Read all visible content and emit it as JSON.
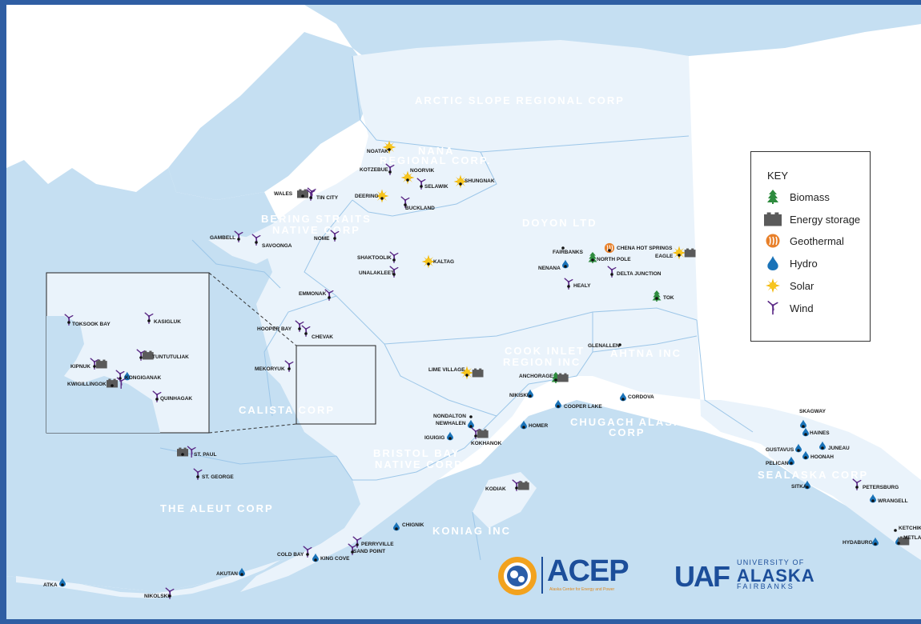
{
  "regions": [
    {
      "id": "arctic",
      "label": "ARCTIC SLOPE REGIONAL CORP"
    },
    {
      "id": "nana1",
      "label": "NANA"
    },
    {
      "id": "nana2",
      "label": "REGIONAL CORP."
    },
    {
      "id": "bering1",
      "label": "BERING STRAITS"
    },
    {
      "id": "bering2",
      "label": "NATIVE CORP"
    },
    {
      "id": "doyon",
      "label": "DOYON LTD"
    },
    {
      "id": "cook1",
      "label": "COOK INLET"
    },
    {
      "id": "cook2",
      "label": "REGION INC"
    },
    {
      "id": "ahtna",
      "label": "AHTNA INC"
    },
    {
      "id": "calista",
      "label": "CALISTA CORP"
    },
    {
      "id": "chugach1",
      "label": "CHUGACH ALASKA"
    },
    {
      "id": "chugach2",
      "label": "CORP"
    },
    {
      "id": "bristol1",
      "label": "BRISTOL BAY"
    },
    {
      "id": "bristol2",
      "label": "NATIVE CORP"
    },
    {
      "id": "aleut",
      "label": "THE ALEUT CORP"
    },
    {
      "id": "koniag",
      "label": "KONIAG INC"
    },
    {
      "id": "sealaska",
      "label": "SEALASKA CORP"
    }
  ],
  "places": [
    {
      "name": "NOATAK",
      "types": [
        "solar"
      ]
    },
    {
      "name": "KOTZEBUE",
      "types": [
        "wind"
      ]
    },
    {
      "name": "NOORVIK",
      "types": [
        "solar"
      ]
    },
    {
      "name": "SELAWIK",
      "types": [
        "wind"
      ]
    },
    {
      "name": "SHUNGNAK",
      "types": [
        "solar"
      ]
    },
    {
      "name": "DEERING",
      "types": [
        "solar"
      ]
    },
    {
      "name": "BUCKLAND",
      "types": [
        "wind"
      ]
    },
    {
      "name": "WALES",
      "types": [
        "storage",
        "wind"
      ]
    },
    {
      "name": "TIN CITY",
      "types": [
        "wind"
      ]
    },
    {
      "name": "GAMBELL",
      "types": [
        "wind"
      ]
    },
    {
      "name": "SAVOONGA",
      "types": [
        "wind"
      ]
    },
    {
      "name": "NOME",
      "types": [
        "wind"
      ]
    },
    {
      "name": "SHAKTOOLIK",
      "types": [
        "wind"
      ]
    },
    {
      "name": "UNALAKLEET",
      "types": [
        "wind"
      ]
    },
    {
      "name": "KALTAG",
      "types": [
        "solar"
      ]
    },
    {
      "name": "EMMONAK",
      "types": [
        "wind"
      ]
    },
    {
      "name": "HOOPER BAY",
      "types": [
        "wind"
      ]
    },
    {
      "name": "CHEVAK",
      "types": [
        "wind"
      ]
    },
    {
      "name": "MEKORYUK",
      "types": [
        "wind"
      ]
    },
    {
      "name": "FAIRBANKS",
      "types": []
    },
    {
      "name": "CHENA HOT SPRINGS",
      "types": [
        "geothermal"
      ]
    },
    {
      "name": "NORTH POLE",
      "types": [
        "biomass"
      ]
    },
    {
      "name": "NENANA",
      "types": [
        "hydro"
      ]
    },
    {
      "name": "EAGLE",
      "types": [
        "solar",
        "storage"
      ]
    },
    {
      "name": "DELTA JUNCTION",
      "types": [
        "wind"
      ]
    },
    {
      "name": "HEALY",
      "types": [
        "wind"
      ]
    },
    {
      "name": "TOK",
      "types": [
        "biomass"
      ]
    },
    {
      "name": "GLENALLEN",
      "types": []
    },
    {
      "name": "LIME VILLAGE",
      "types": [
        "solar",
        "storage"
      ]
    },
    {
      "name": "ANCHORAGE",
      "types": [
        "biomass",
        "storage"
      ]
    },
    {
      "name": "NIKISKI",
      "types": [
        "hydro"
      ]
    },
    {
      "name": "COOPER LAKE",
      "types": [
        "hydro"
      ]
    },
    {
      "name": "CORDOVA",
      "types": [
        "hydro"
      ]
    },
    {
      "name": "HOMER",
      "types": [
        "hydro"
      ]
    },
    {
      "name": "NONDALTON",
      "types": []
    },
    {
      "name": "NEWHALEN",
      "types": [
        "hydro"
      ]
    },
    {
      "name": "IGUIGIG",
      "types": [
        "hydro"
      ]
    },
    {
      "name": "KOKHANOK",
      "types": [
        "wind",
        "storage"
      ]
    },
    {
      "name": "KODIAK",
      "types": [
        "wind",
        "storage"
      ]
    },
    {
      "name": "CHIGNIK",
      "types": [
        "hydro"
      ]
    },
    {
      "name": "PERRYVILLE",
      "types": [
        "wind"
      ]
    },
    {
      "name": "SAND POINT",
      "types": [
        "wind"
      ]
    },
    {
      "name": "COLD BAY",
      "types": [
        "wind"
      ]
    },
    {
      "name": "KING COVE",
      "types": [
        "hydro"
      ]
    },
    {
      "name": "AKUTAN",
      "types": [
        "hydro"
      ]
    },
    {
      "name": "ATKA",
      "types": [
        "hydro"
      ]
    },
    {
      "name": "NIKOLSKI",
      "types": [
        "wind"
      ]
    },
    {
      "name": "ST. PAUL",
      "types": [
        "storage",
        "wind"
      ]
    },
    {
      "name": "ST. GEORGE",
      "types": [
        "wind"
      ]
    },
    {
      "name": "SKAGWAY",
      "types": [
        "hydro"
      ]
    },
    {
      "name": "HAINES",
      "types": [
        "hydro"
      ]
    },
    {
      "name": "GUSTAVUS",
      "types": [
        "hydro"
      ]
    },
    {
      "name": "JUNEAU",
      "types": [
        "hydro"
      ]
    },
    {
      "name": "HOONAH",
      "types": [
        "hydro"
      ]
    },
    {
      "name": "PELICAN",
      "types": [
        "hydro"
      ]
    },
    {
      "name": "SITKA",
      "types": [
        "hydro"
      ]
    },
    {
      "name": "PETERSBURG",
      "types": [
        "wind"
      ]
    },
    {
      "name": "WRANGELL",
      "types": [
        "hydro"
      ]
    },
    {
      "name": "KETCHIKAN",
      "types": []
    },
    {
      "name": "METLAKATLA",
      "types": [
        "hydro",
        "storage"
      ]
    },
    {
      "name": "HYDABURG",
      "types": [
        "hydro"
      ]
    }
  ],
  "inset_places": [
    {
      "name": "TOKSOOK BAY",
      "types": [
        "wind"
      ]
    },
    {
      "name": "KASIGLUK",
      "types": [
        "wind"
      ]
    },
    {
      "name": "TUNTUTULIAK",
      "types": [
        "wind",
        "storage"
      ]
    },
    {
      "name": "KIPNUK",
      "types": [
        "wind",
        "storage"
      ]
    },
    {
      "name": "KONGIGANAK",
      "types": [
        "wind",
        "hydro"
      ]
    },
    {
      "name": "KWIGILLINGOK",
      "types": [
        "storage",
        "wind"
      ]
    },
    {
      "name": "QUINHAGAK",
      "types": [
        "wind"
      ]
    }
  ],
  "key": {
    "title": "KEY",
    "items": [
      {
        "id": "biomass",
        "label": "Biomass",
        "icon": "tree-icon",
        "color": "#2e8b3e"
      },
      {
        "id": "storage",
        "label": "Energy storage",
        "icon": "battery-icon",
        "color": "#5a5a5a"
      },
      {
        "id": "geothermal",
        "label": "Geothermal",
        "icon": "geothermal-icon",
        "color": "#e8802a"
      },
      {
        "id": "hydro",
        "label": "Hydro",
        "icon": "drop-icon",
        "color": "#1a73b8"
      },
      {
        "id": "solar",
        "label": "Solar",
        "icon": "sun-icon",
        "color": "#f2b705"
      },
      {
        "id": "wind",
        "label": "Wind",
        "icon": "turbine-icon",
        "color": "#5b2a86"
      }
    ]
  },
  "logos": {
    "acep": "ACEP",
    "acep_sub": "Alaska Center for Energy and Power",
    "uaf": "UAF",
    "uaf_university": "UNIVERSITY OF",
    "uaf_alaska": "ALASKA",
    "uaf_fairbanks": "FAIRBANKS"
  }
}
